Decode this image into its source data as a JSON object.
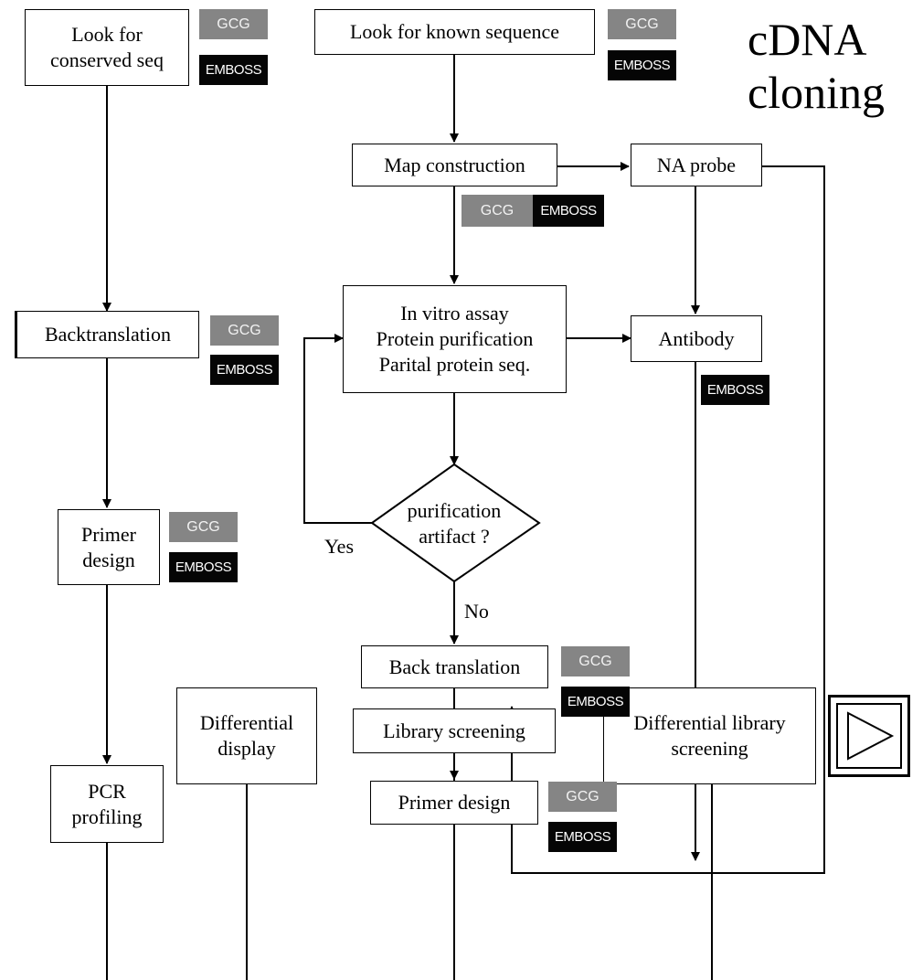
{
  "title": "cDNA\ncloning",
  "boxes": {
    "conserved": "Look for\nconserved seq",
    "known": "Look for known sequence",
    "map": "Map construction",
    "naprobe": "NA probe",
    "backtrans_left": "Backtranslation",
    "invitro": "In vitro assay\nProtein purification\nParital protein seq.",
    "antibody": "Antibody",
    "primer_left": "Primer\ndesign",
    "decision": "purification\nartifact ?",
    "backtrans_mid": "Back translation",
    "primer_mid": "Primer design",
    "pcr": "PCR\nprofiling",
    "diffdisplay": "Differential\ndisplay",
    "library": "Library screening",
    "difflib": "Differential library\nscreening"
  },
  "labels": {
    "yes": "Yes",
    "no": "No"
  },
  "tags": {
    "gcg": "GCG",
    "emboss": "EMBOSS"
  },
  "colors": {
    "gcg_bg": "#858585",
    "emboss_bg": "#050505",
    "line": "#000000"
  }
}
